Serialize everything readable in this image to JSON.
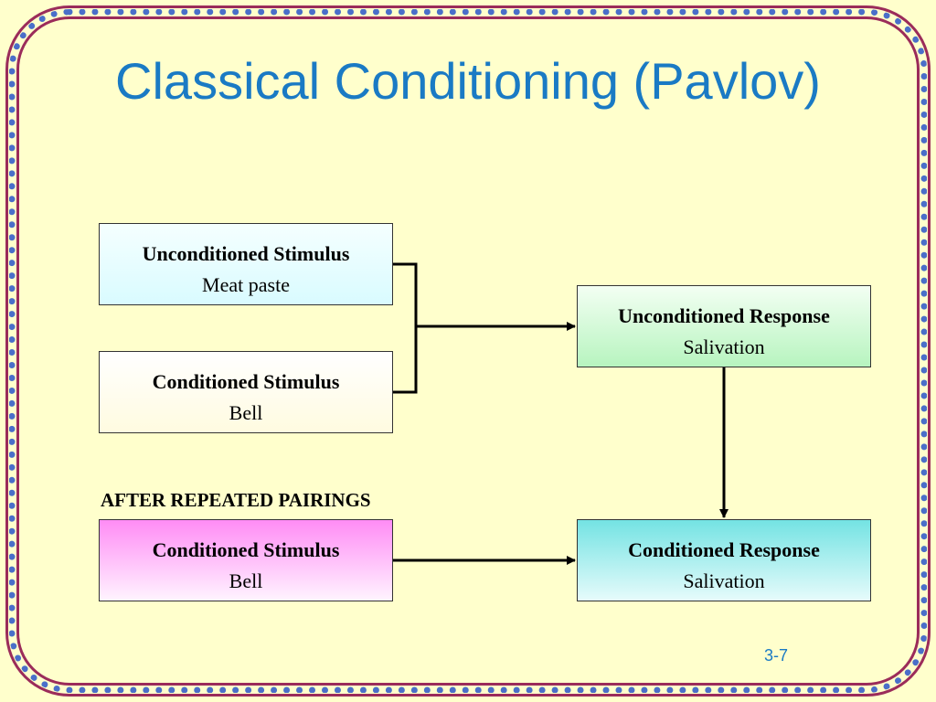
{
  "title": "Classical Conditioning (Pavlov)",
  "boxes": {
    "unconditioned_stimulus": {
      "head": "Unconditioned Stimulus",
      "sub": "Meat paste"
    },
    "conditioned_stimulus_before": {
      "head": "Conditioned Stimulus",
      "sub": "Bell"
    },
    "unconditioned_response": {
      "head": "Unconditioned Response",
      "sub": "Salivation"
    },
    "conditioned_stimulus_after": {
      "head": "Conditioned Stimulus",
      "sub": "Bell"
    },
    "conditioned_response": {
      "head": "Conditioned Response",
      "sub": "Salivation"
    }
  },
  "section_label": "AFTER REPEATED PAIRINGS",
  "slide_number": "3-7",
  "colors": {
    "title": "#1a7ac4",
    "background": "#ffffcc",
    "frame": "#9b2c5a",
    "frame_dots": "#4a6fc9"
  }
}
